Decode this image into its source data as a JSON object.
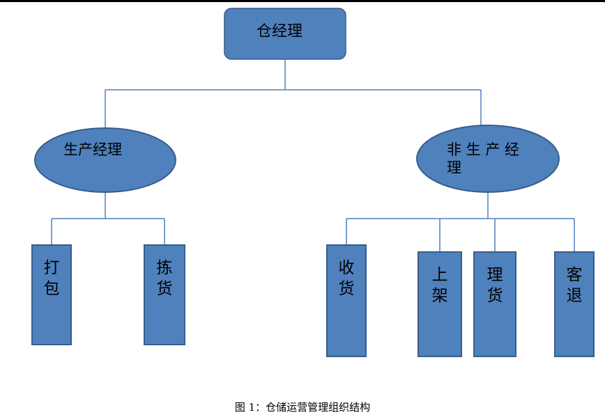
{
  "diagram": {
    "fill_color": "#4F81BD",
    "stroke_color": "#385D8A",
    "connector_color": "#4F81BD",
    "root": {
      "label": "仓经理"
    },
    "branches": [
      {
        "label_lines": [
          "生产经理"
        ],
        "children": [
          {
            "label_lines": [
              "打",
              "包"
            ]
          },
          {
            "label_lines": [
              "拣",
              "货"
            ]
          }
        ]
      },
      {
        "label_lines": [
          "非 生 产 经",
          "理"
        ],
        "children": [
          {
            "label_lines": [
              "收",
              "货"
            ]
          },
          {
            "label_lines": [
              "上",
              "架"
            ]
          },
          {
            "label_lines": [
              "理",
              "货"
            ]
          },
          {
            "label_lines": [
              "客",
              "退"
            ]
          }
        ]
      }
    ]
  },
  "caption": "图 1：仓储运营管理组织结构"
}
